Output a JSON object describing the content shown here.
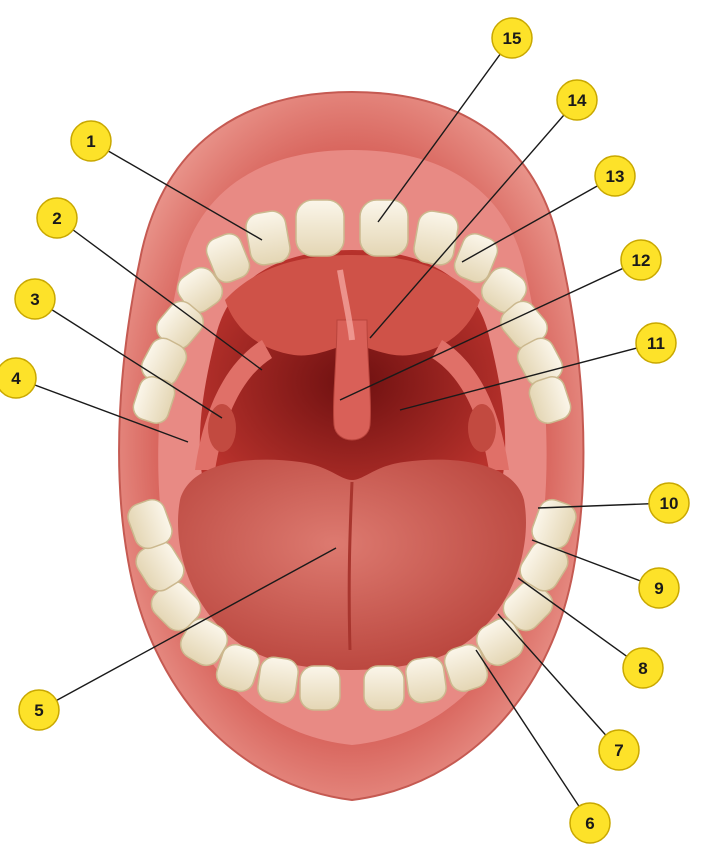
{
  "diagram": {
    "subject": "open-mouth-anatomy",
    "colors": {
      "lip": "#e58a80",
      "lip_dark": "#c9544c",
      "gum": "#e07a76",
      "throat": "#8e1f1d",
      "palate": "#c94a40",
      "tongue": "#d3605a",
      "tooth": "#f6eedc",
      "tooth_shadow": "#d9cba8",
      "callout_fill": "#fde229",
      "callout_stroke": "#c9a800",
      "leader": "#1a1a1a"
    },
    "callouts": [
      {
        "id": "1",
        "label": "1"
      },
      {
        "id": "2",
        "label": "2"
      },
      {
        "id": "3",
        "label": "3"
      },
      {
        "id": "4",
        "label": "4"
      },
      {
        "id": "5",
        "label": "5"
      },
      {
        "id": "6",
        "label": "6"
      },
      {
        "id": "7",
        "label": "7"
      },
      {
        "id": "8",
        "label": "8"
      },
      {
        "id": "9",
        "label": "9"
      },
      {
        "id": "10",
        "label": "10"
      },
      {
        "id": "11",
        "label": "11"
      },
      {
        "id": "12",
        "label": "12"
      },
      {
        "id": "13",
        "label": "13"
      },
      {
        "id": "14",
        "label": "14"
      },
      {
        "id": "15",
        "label": "15"
      }
    ]
  }
}
